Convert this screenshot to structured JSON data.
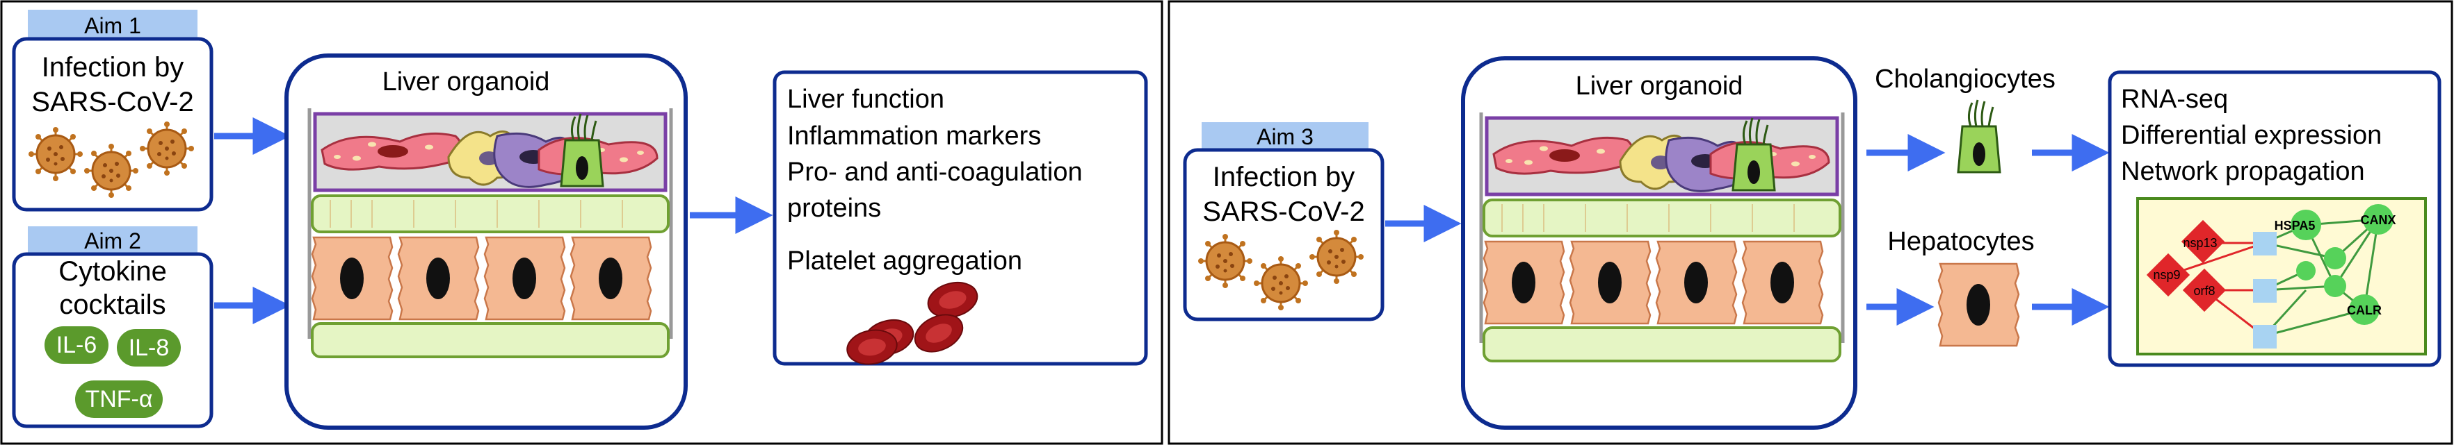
{
  "left_panel": {
    "aim1": {
      "label": "Aim 1",
      "text_lines": [
        "Infection by",
        "SARS-CoV-2"
      ]
    },
    "aim2": {
      "label": "Aim 2",
      "text_lines": [
        "Cytokine",
        "cocktails"
      ],
      "cytokines": [
        "IL-6",
        "IL-8",
        "TNF-α"
      ]
    },
    "organoid_title": "Liver organoid",
    "outcomes": [
      "Liver function",
      "Inflammation markers",
      "Pro- and anti-coagulation",
      "proteins",
      "Platelet aggregation"
    ]
  },
  "right_panel": {
    "aim3": {
      "label": "Aim 3",
      "text_lines": [
        "Infection by",
        "SARS-CoV-2"
      ]
    },
    "organoid_title": "Liver organoid",
    "cell_types": [
      "Cholangiocytes",
      "Hepatocytes"
    ],
    "analysis": [
      "RNA-seq",
      "Differential expression",
      "Network propagation"
    ],
    "network_nodes": [
      "nsp13",
      "nsp9",
      "orf8",
      "HSPA5",
      "CANX",
      "CALR"
    ]
  },
  "colors": {
    "frame_blue": "#0d2b8f",
    "aim_label_bg": "#a9c9f2",
    "arrow_blue": "#3e6df0",
    "virus": "#c0721f",
    "cytokine_green": "#5b9a2c",
    "hepatocyte": "#f4b892",
    "sinusoid_green": "#e5f5c4",
    "network_bg": "#fffad4",
    "network_node_green": "#56d25a",
    "network_node_red": "#e0262a",
    "network_node_blue": "#a8d3f2"
  }
}
